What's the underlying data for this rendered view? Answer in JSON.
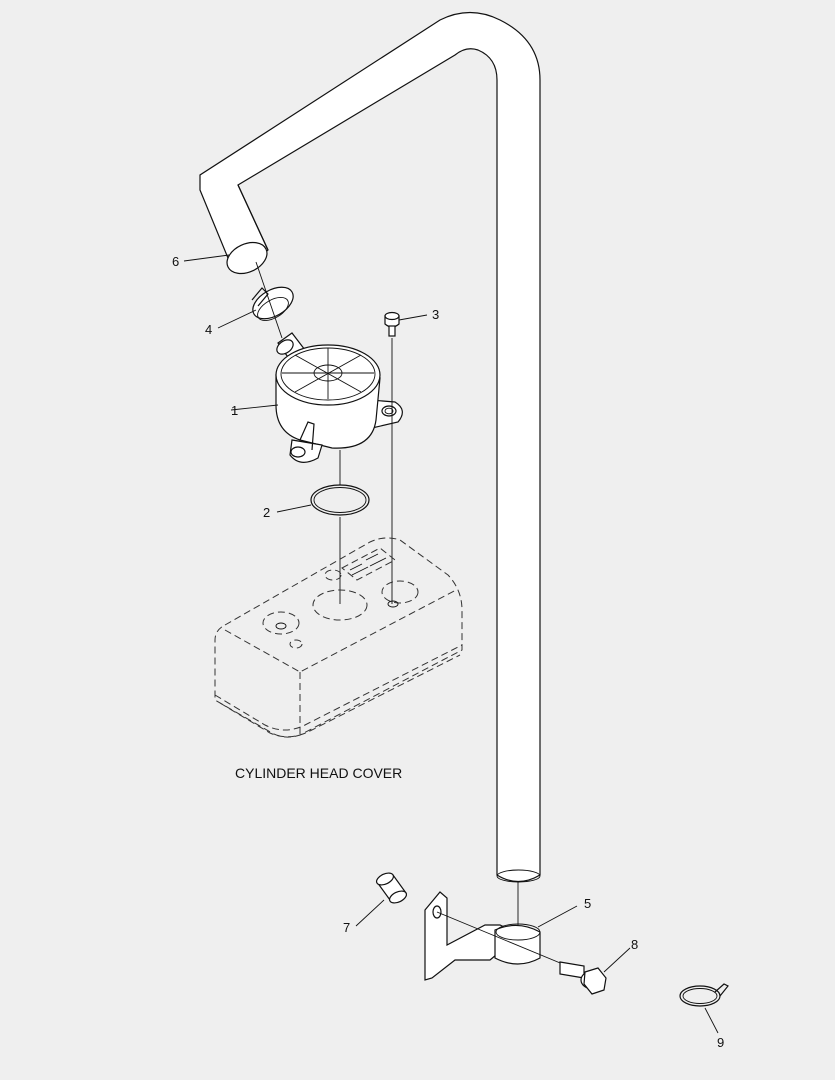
{
  "caption": "CYLINDER HEAD COVER",
  "callouts": [
    "1",
    "2",
    "3",
    "4",
    "5",
    "6",
    "7",
    "8",
    "9"
  ],
  "colors": {
    "background": "#efefef",
    "line": "#111111",
    "part_fill": "#ffffff"
  }
}
